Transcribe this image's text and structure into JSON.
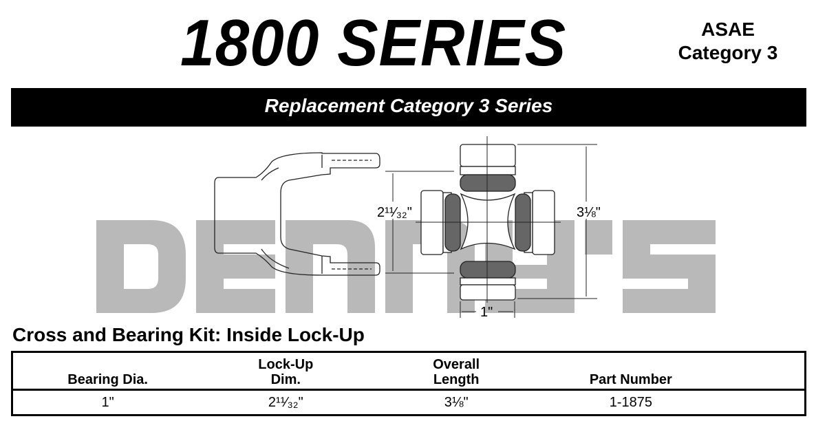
{
  "header": {
    "title": "1800 SERIES",
    "standard_line1": "ASAE",
    "standard_line2": "Category 3"
  },
  "banner": "Replacement Category 3 Series",
  "watermark": "DENNY'S",
  "diagram": {
    "lockup_dim_label": "2¹¹⁄₃₂\"",
    "overall_length_label": "3⅛\"",
    "bearing_dia_label": "1\""
  },
  "section_title": "Cross and Bearing Kit: Inside Lock-Up",
  "table": {
    "headers": [
      [
        "Bearing Dia."
      ],
      [
        "Lock-Up",
        "Dim."
      ],
      [
        "Overall",
        "Length"
      ],
      [
        "Part Number"
      ]
    ],
    "rows": [
      [
        "1\"",
        "2¹¹⁄₃₂\"",
        "3⅛\"",
        "1-1875"
      ]
    ]
  }
}
